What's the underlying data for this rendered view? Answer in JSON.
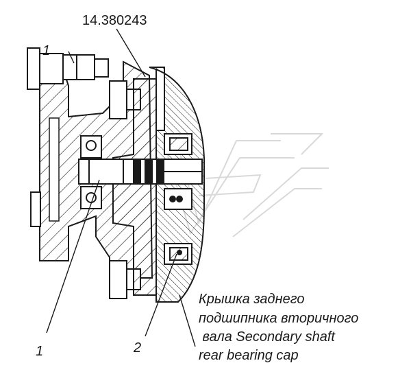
{
  "drawing": {
    "part_number": "14.380243",
    "callouts": [
      {
        "id": "1",
        "label": "1"
      },
      {
        "id": "2",
        "label": "2"
      }
    ],
    "caption_lines": [
      "Крышка заднего",
      "подшипника вторичного",
      " вала Secondary shaft",
      "rear bearing cap"
    ],
    "colors": {
      "ink": "#1a1a1a",
      "background": "#ffffff",
      "watermark": "#d9d9d9"
    },
    "watermark_icon": "stylized-v-logo-watermark"
  }
}
